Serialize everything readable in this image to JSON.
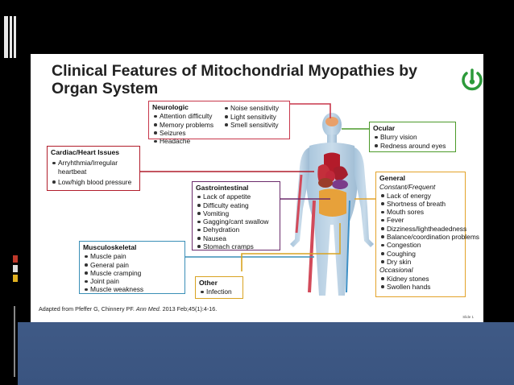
{
  "title": "Clinical Features of Mitochondrial Myopathies by Organ System",
  "colors": {
    "neurologic": "#c8374b",
    "cardiac": "#b11d2b",
    "gastro": "#6b2b6b",
    "musculo": "#3a8fb7",
    "other": "#d9a321",
    "ocular": "#4c9a2a",
    "general": "#e3a32a",
    "logo": "#2c9a3a",
    "background_band": "#3f5a86"
  },
  "boxes": {
    "neurologic": {
      "header": "Neurologic",
      "col1": [
        "Attention difficulty",
        "Memory problems",
        "Seizures",
        "Headache"
      ],
      "col2": [
        "Noise sensitivity",
        "Light sensitivity",
        "Smell sensitivity"
      ]
    },
    "cardiac": {
      "header": "Cardiac/Heart Issues",
      "items": [
        "Arryhthmia/Irregular heartbeat",
        "Low/high blood pressure"
      ]
    },
    "gastro": {
      "header": "Gastrointestinal",
      "items": [
        "Lack of appetite",
        "Difficulty eating",
        "Vomiting",
        "Gagging/cant swallow",
        "Dehydration",
        "Nausea",
        "Stomach cramps"
      ]
    },
    "musculo": {
      "header": "Musculoskeletal",
      "items": [
        "Muscle pain",
        "General pain",
        "Muscle cramping",
        "Joint pain",
        "Muscle weakness"
      ]
    },
    "other": {
      "header": "Other",
      "items": [
        "Infection"
      ]
    },
    "ocular": {
      "header": "Ocular",
      "items": [
        "Blurry vision",
        "Redness around eyes"
      ]
    },
    "general": {
      "header": "General",
      "sub1": "Constant/Frequent",
      "items1": [
        "Lack of energy",
        "Shortness of breath",
        "Mouth sores",
        "Fever",
        "Dizziness/lightheadedness",
        "Balance/coordination problems",
        "Congestion",
        "Coughing",
        "Dry skin"
      ],
      "sub2": "Occasional",
      "items2": [
        "Kidney stones",
        "Swollen hands"
      ]
    }
  },
  "caption": {
    "prefix": "Adapted from Pfeffer G, Chinnery PF. ",
    "journal": "Ann Med.",
    "suffix": " 2013 Feb;45(1):4-16."
  },
  "slide_number": "Slide 1"
}
